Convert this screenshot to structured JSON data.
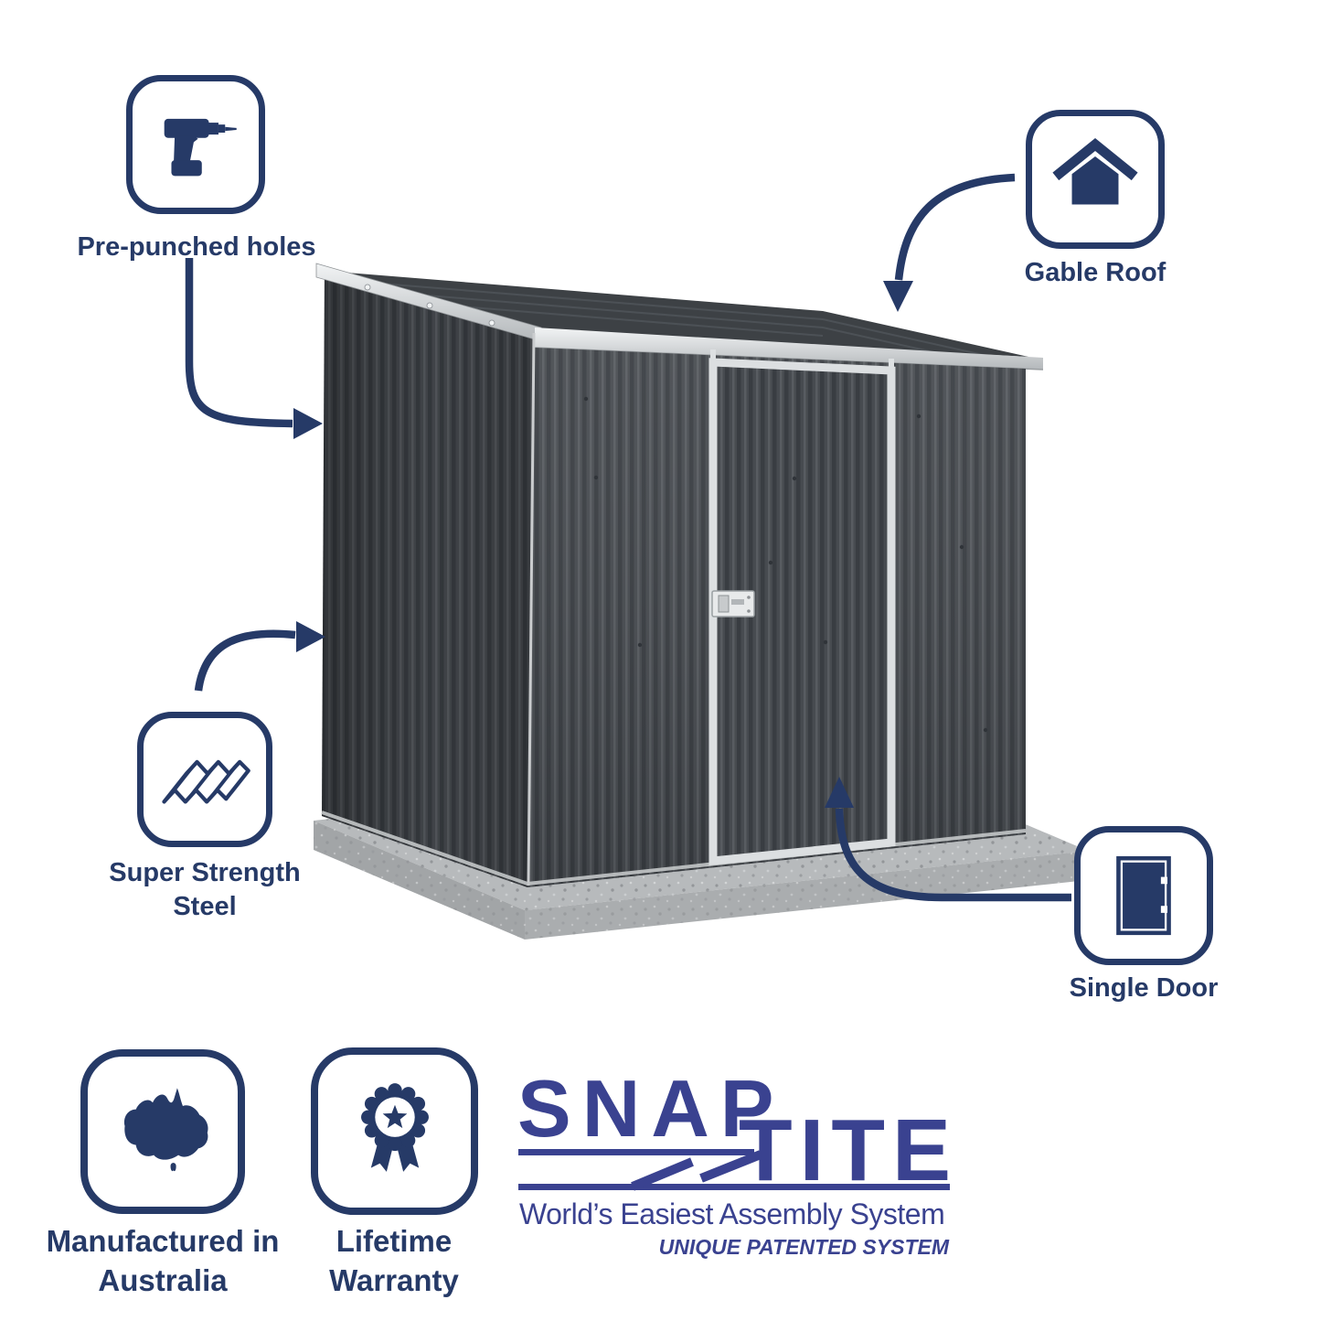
{
  "colors": {
    "navy": "#263a67",
    "logo_blue": "#3a4290",
    "shed_wall": "#474b50",
    "shed_wall_groove": "#393d42",
    "shed_roof": "#3d4145",
    "trim_silver": "#dfe2e4",
    "concrete": "#b7babc",
    "background": "#ffffff"
  },
  "features": {
    "pre_punched_holes": {
      "label": "Pre-punched holes",
      "icon": "drill-icon"
    },
    "gable_roof": {
      "label": "Gable Roof",
      "icon": "gable-roof-house-icon"
    },
    "super_strength_steel": {
      "label": "Super Strength\nSteel",
      "icon": "corrugated-steel-sheet-icon"
    },
    "single_door": {
      "label": "Single Door",
      "icon": "single-door-icon"
    },
    "manufactured_australia": {
      "label": "Manufactured in\nAustralia",
      "icon": "australia-map-icon"
    },
    "lifetime_warranty": {
      "label": "Lifetime\nWarranty",
      "icon": "award-ribbon-icon"
    }
  },
  "logo": {
    "word1": "SNAP",
    "word2": "TITE",
    "tagline": "World’s Easiest Assembly System",
    "subtagline": "UNIQUE PATENTED SYSTEM"
  },
  "scene": {
    "subject": "dark grey metal garden shed with gable roof and single hinged door on a concrete slab"
  }
}
